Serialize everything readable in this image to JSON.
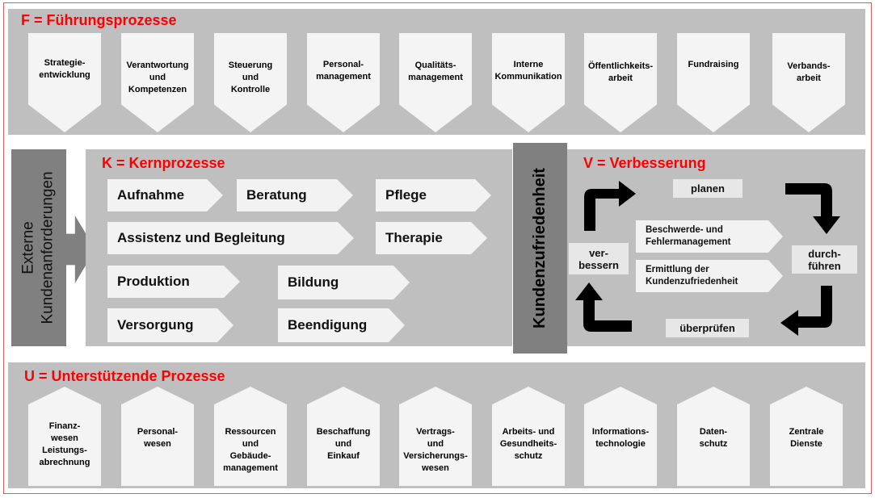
{
  "fuehrung": {
    "title": "F = Führungsprozesse",
    "items": [
      "Strategie-\nentwicklung",
      "Verantwortung\nund\nKompetenzen",
      "Steuerung\nund\nKontrolle",
      "Personal-\nmanagement",
      "Qualitäts-\nmanagement",
      "Interne\nKommunikation",
      "Öffentlichkeits-\narbeit",
      "Fundraising",
      "Verbands-\narbeit"
    ]
  },
  "extern": {
    "label": "Externe\nKundenanforderungen"
  },
  "kern": {
    "title": "K = Kernprozesse",
    "items": [
      "Aufnahme",
      "Beratung",
      "Pflege",
      "Assistenz und Begleitung",
      "Therapie",
      "Produktion",
      "Bildung",
      "Versorgung",
      "Beendigung"
    ]
  },
  "zufriedenheit": {
    "label": "Kundenzufriedenheit"
  },
  "verbesserung": {
    "title": "V = Verbesserung",
    "planen": "planen",
    "durchfuehren": "durch-\nführen",
    "ueberpruefen": "überprüfen",
    "verbessern": "ver-\nbessern",
    "beschwerde": "Beschwerde- und\nFehlermanagement",
    "ermittlung": "Ermittlung der\nKundenzufriedenheit",
    "arrow_color": "#000000"
  },
  "unterstuetzung": {
    "title": "U = Unterstützende Prozesse",
    "items": [
      "Finanz-\nwesen\nLeistungs-\nabrechnung",
      "Personal-\nwesen",
      "Ressourcen\nund\nGebäude-\nmanagement",
      "Beschaffung\nund\nEinkauf",
      "Vertrags-\nund\nVersicherungs-\nwesen",
      "Arbeits- und\nGesundheits-\nschutz",
      "Informations-\ntechnologie",
      "Daten-\nschutz",
      "Zentrale\nDienste"
    ]
  },
  "colors": {
    "title_red": "#ff0000",
    "band_gray": "#bfbfbf",
    "dark_gray": "#808080"
  }
}
